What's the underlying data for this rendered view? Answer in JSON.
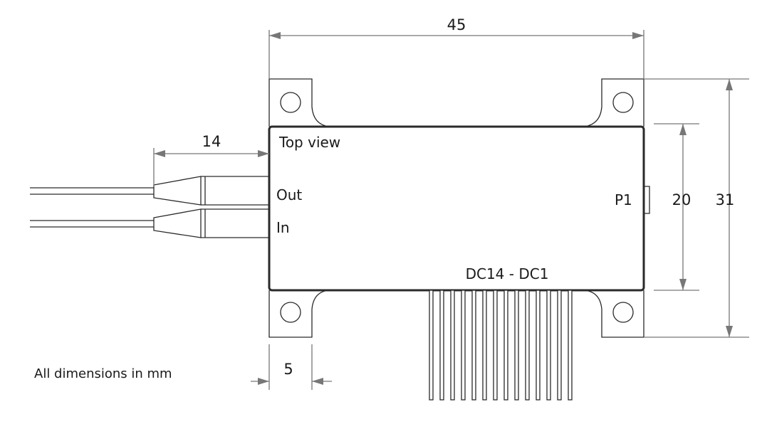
{
  "labels": {
    "view": "Top view",
    "port_out": "Out",
    "port_in": "In",
    "pin_p1": "P1",
    "pins_dc": "DC14 - DC1",
    "units_note": "All dimensions in mm"
  },
  "dimensions": {
    "width": "45",
    "fiber_length": "14",
    "body_height": "20",
    "overall_height": "31",
    "flange_width": "5"
  },
  "colors": {
    "outline": "#2a2a2a",
    "dimension_line": "#777777",
    "text": "#1a1a1a"
  },
  "dc_pin_count": 14
}
